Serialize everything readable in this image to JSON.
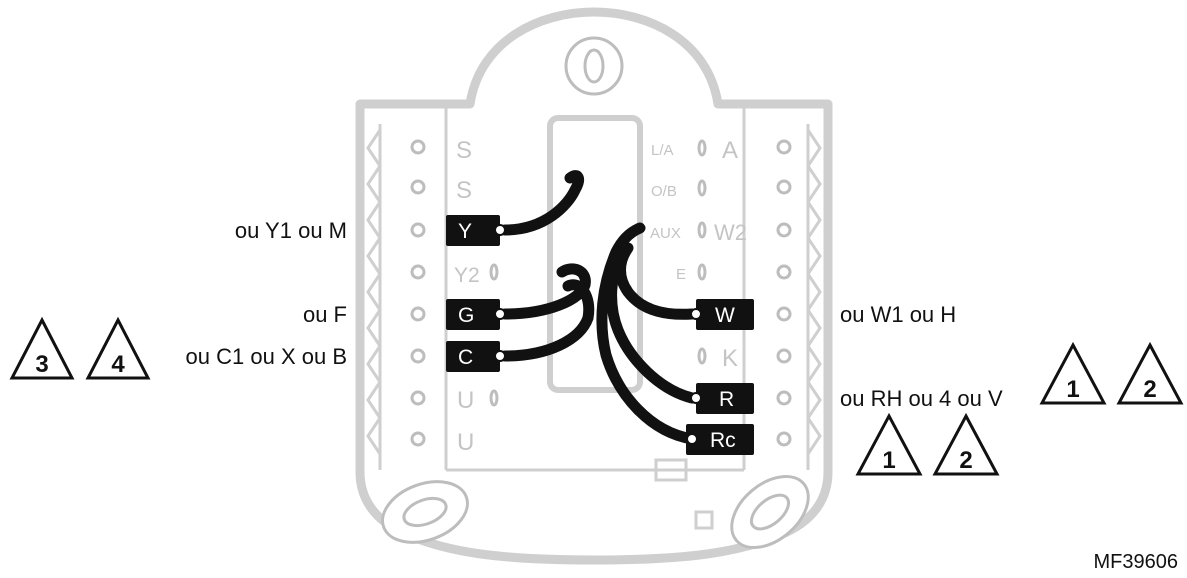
{
  "terminals": {
    "left": {
      "s1": "S",
      "s2": "S",
      "y": "Y",
      "y2": "Y2",
      "g": "G",
      "c": "C",
      "u1": "U",
      "u2": "U"
    },
    "right": {
      "la": "L/A",
      "a": "A",
      "ob": "O/B",
      "aux": "AUX",
      "w2": "W2",
      "e": "E",
      "w": "W",
      "k": "K",
      "r": "R",
      "rc": "Rc"
    }
  },
  "callouts": {
    "y": "ou Y1 ou M",
    "g": "ou F",
    "c": "ou C1 ou X ou B",
    "w": "ou W1 ou H",
    "r": "ou RH ou 4 ou V"
  },
  "notes": {
    "c_left": "3",
    "c_right": "4",
    "r_left": "1",
    "r_right": "2",
    "rc_left": "1",
    "rc_right": "2"
  },
  "figure_code": "MF39606"
}
